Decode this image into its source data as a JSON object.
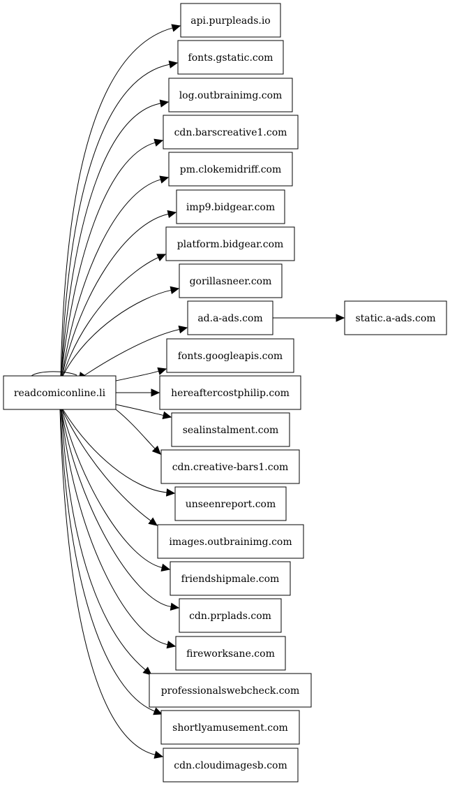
{
  "graph": {
    "root": "readcomiconline.li",
    "nodes": [
      {
        "id": "api",
        "label": "api.purpleads.io"
      },
      {
        "id": "fonts-gstatic",
        "label": "fonts.gstatic.com"
      },
      {
        "id": "log-outbrain",
        "label": "log.outbrainimg.com"
      },
      {
        "id": "cdn-barscreative",
        "label": "cdn.barscreative1.com"
      },
      {
        "id": "pm-clokemidriff",
        "label": "pm.clokemidriff.com"
      },
      {
        "id": "imp9-bidgear",
        "label": "imp9.bidgear.com"
      },
      {
        "id": "platform-bidgear",
        "label": "platform.bidgear.com"
      },
      {
        "id": "gorillasneer",
        "label": "gorillasneer.com"
      },
      {
        "id": "ad-a-ads",
        "label": "ad.a-ads.com"
      },
      {
        "id": "static-a-ads",
        "label": "static.a-ads.com"
      },
      {
        "id": "fonts-googleapis",
        "label": "fonts.googleapis.com"
      },
      {
        "id": "hereaftercostphilip",
        "label": "hereaftercostphilip.com"
      },
      {
        "id": "sealinstalment",
        "label": "sealinstalment.com"
      },
      {
        "id": "cdn-creative-bars",
        "label": "cdn.creative-bars1.com"
      },
      {
        "id": "unseenreport",
        "label": "unseenreport.com"
      },
      {
        "id": "images-outbrain",
        "label": "images.outbrainimg.com"
      },
      {
        "id": "friendshipmale",
        "label": "friendshipmale.com"
      },
      {
        "id": "cdn-prplads",
        "label": "cdn.prplads.com"
      },
      {
        "id": "fireworksane",
        "label": "fireworksane.com"
      },
      {
        "id": "professionalswebcheck",
        "label": "professionalswebcheck.com"
      },
      {
        "id": "shortlyamusement",
        "label": "shortlyamusement.com"
      },
      {
        "id": "cdn-cloudimagesb",
        "label": "cdn.cloudimagesb.com"
      }
    ],
    "edges": [
      {
        "from": "root",
        "to": "api"
      },
      {
        "from": "root",
        "to": "fonts-gstatic"
      },
      {
        "from": "root",
        "to": "log-outbrain"
      },
      {
        "from": "root",
        "to": "cdn-barscreative"
      },
      {
        "from": "root",
        "to": "pm-clokemidriff"
      },
      {
        "from": "root",
        "to": "imp9-bidgear"
      },
      {
        "from": "root",
        "to": "platform-bidgear"
      },
      {
        "from": "root",
        "to": "gorillasneer"
      },
      {
        "from": "root",
        "to": "ad-a-ads"
      },
      {
        "from": "ad-a-ads",
        "to": "static-a-ads"
      },
      {
        "from": "root",
        "to": "fonts-googleapis"
      },
      {
        "from": "root",
        "to": "hereaftercostphilip"
      },
      {
        "from": "root",
        "to": "sealinstalment"
      },
      {
        "from": "root",
        "to": "cdn-creative-bars"
      },
      {
        "from": "root",
        "to": "unseenreport"
      },
      {
        "from": "root",
        "to": "images-outbrain"
      },
      {
        "from": "root",
        "to": "friendshipmale"
      },
      {
        "from": "root",
        "to": "cdn-prplads"
      },
      {
        "from": "root",
        "to": "fireworksane"
      },
      {
        "from": "root",
        "to": "professionalswebcheck"
      },
      {
        "from": "root",
        "to": "shortlyamusement"
      },
      {
        "from": "root",
        "to": "cdn-cloudimagesb"
      },
      {
        "from": "root",
        "to": "root"
      }
    ]
  }
}
